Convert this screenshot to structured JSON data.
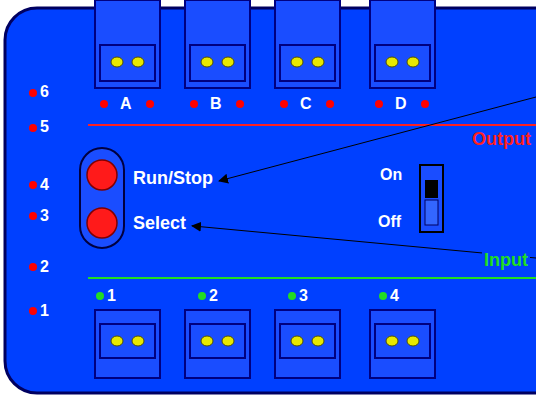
{
  "diagram": {
    "labels": [
      "A",
      "B",
      "C",
      "D",
      "6",
      "5",
      "Output",
      "4",
      "Run/Stop",
      "On",
      "3",
      "Select",
      "Off",
      "2",
      "Input",
      "1",
      "1",
      "2",
      "3",
      "4"
    ]
  }
}
